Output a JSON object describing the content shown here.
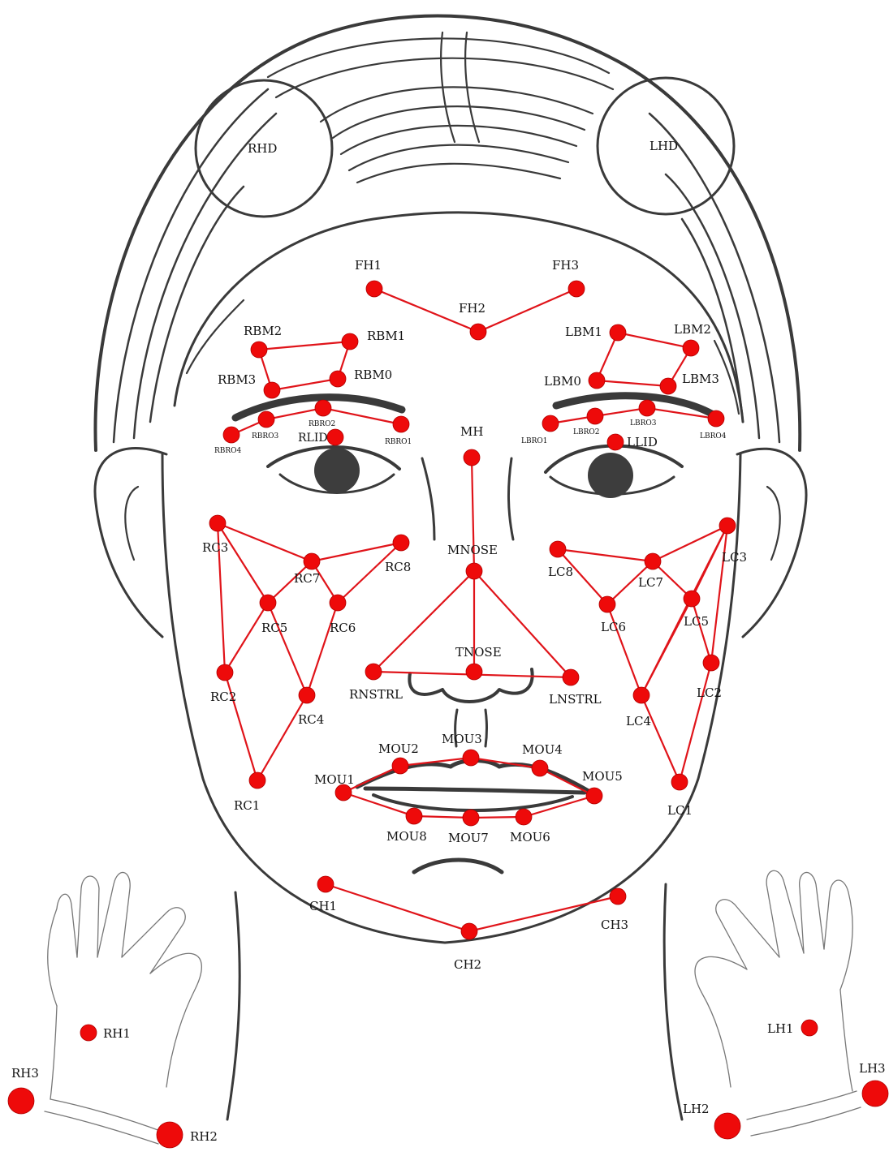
{
  "colors": {
    "marker": "#ee0a0a",
    "edge": "#e0141a",
    "ink": "#3a3a3a"
  },
  "labels": {
    "RHD": "RHD",
    "LHD": "LHD",
    "FH1": "FH1",
    "FH2": "FH2",
    "FH3": "FH3",
    "RBM0": "RBM0",
    "RBM1": "RBM1",
    "RBM2": "RBM2",
    "RBM3": "RBM3",
    "LBM0": "LBM0",
    "LBM1": "LBM1",
    "LBM2": "LBM2",
    "LBM3": "LBM3",
    "RBRO1": "RBRO1",
    "RBRO2": "RBRO2",
    "RBRO3": "RBRO3",
    "RBRO4": "RBRO4",
    "LBRO1": "LBRO1",
    "LBRO2": "LBRO2",
    "LBRO3": "LBRO3",
    "LBRO4": "LBRO4",
    "RLID": "RLID",
    "LLID": "LLID",
    "MH": "MH",
    "MNOSE": "MNOSE",
    "TNOSE": "TNOSE",
    "RNSTRL": "RNSTRL",
    "LNSTRL": "LNSTRL",
    "RC1": "RC1",
    "RC2": "RC2",
    "RC3": "RC3",
    "RC4": "RC4",
    "RC5": "RC5",
    "RC6": "RC6",
    "RC7": "RC7",
    "RC8": "RC8",
    "LC1": "LC1",
    "LC2": "LC2",
    "LC3": "LC3",
    "LC4": "LC4",
    "LC5": "LC5",
    "LC6": "LC6",
    "LC7": "LC7",
    "LC8": "LC8",
    "MOU1": "MOU1",
    "MOU2": "MOU2",
    "MOU3": "MOU3",
    "MOU4": "MOU4",
    "MOU5": "MOU5",
    "MOU6": "MOU6",
    "MOU7": "MOU7",
    "MOU8": "MOU8",
    "CH1": "CH1",
    "CH2": "CH2",
    "CH3": "CH3",
    "RH1": "RH1",
    "RH2": "RH2",
    "RH3": "RH3",
    "LH1": "LH1",
    "LH2": "LH2",
    "LH3": "LH3"
  }
}
